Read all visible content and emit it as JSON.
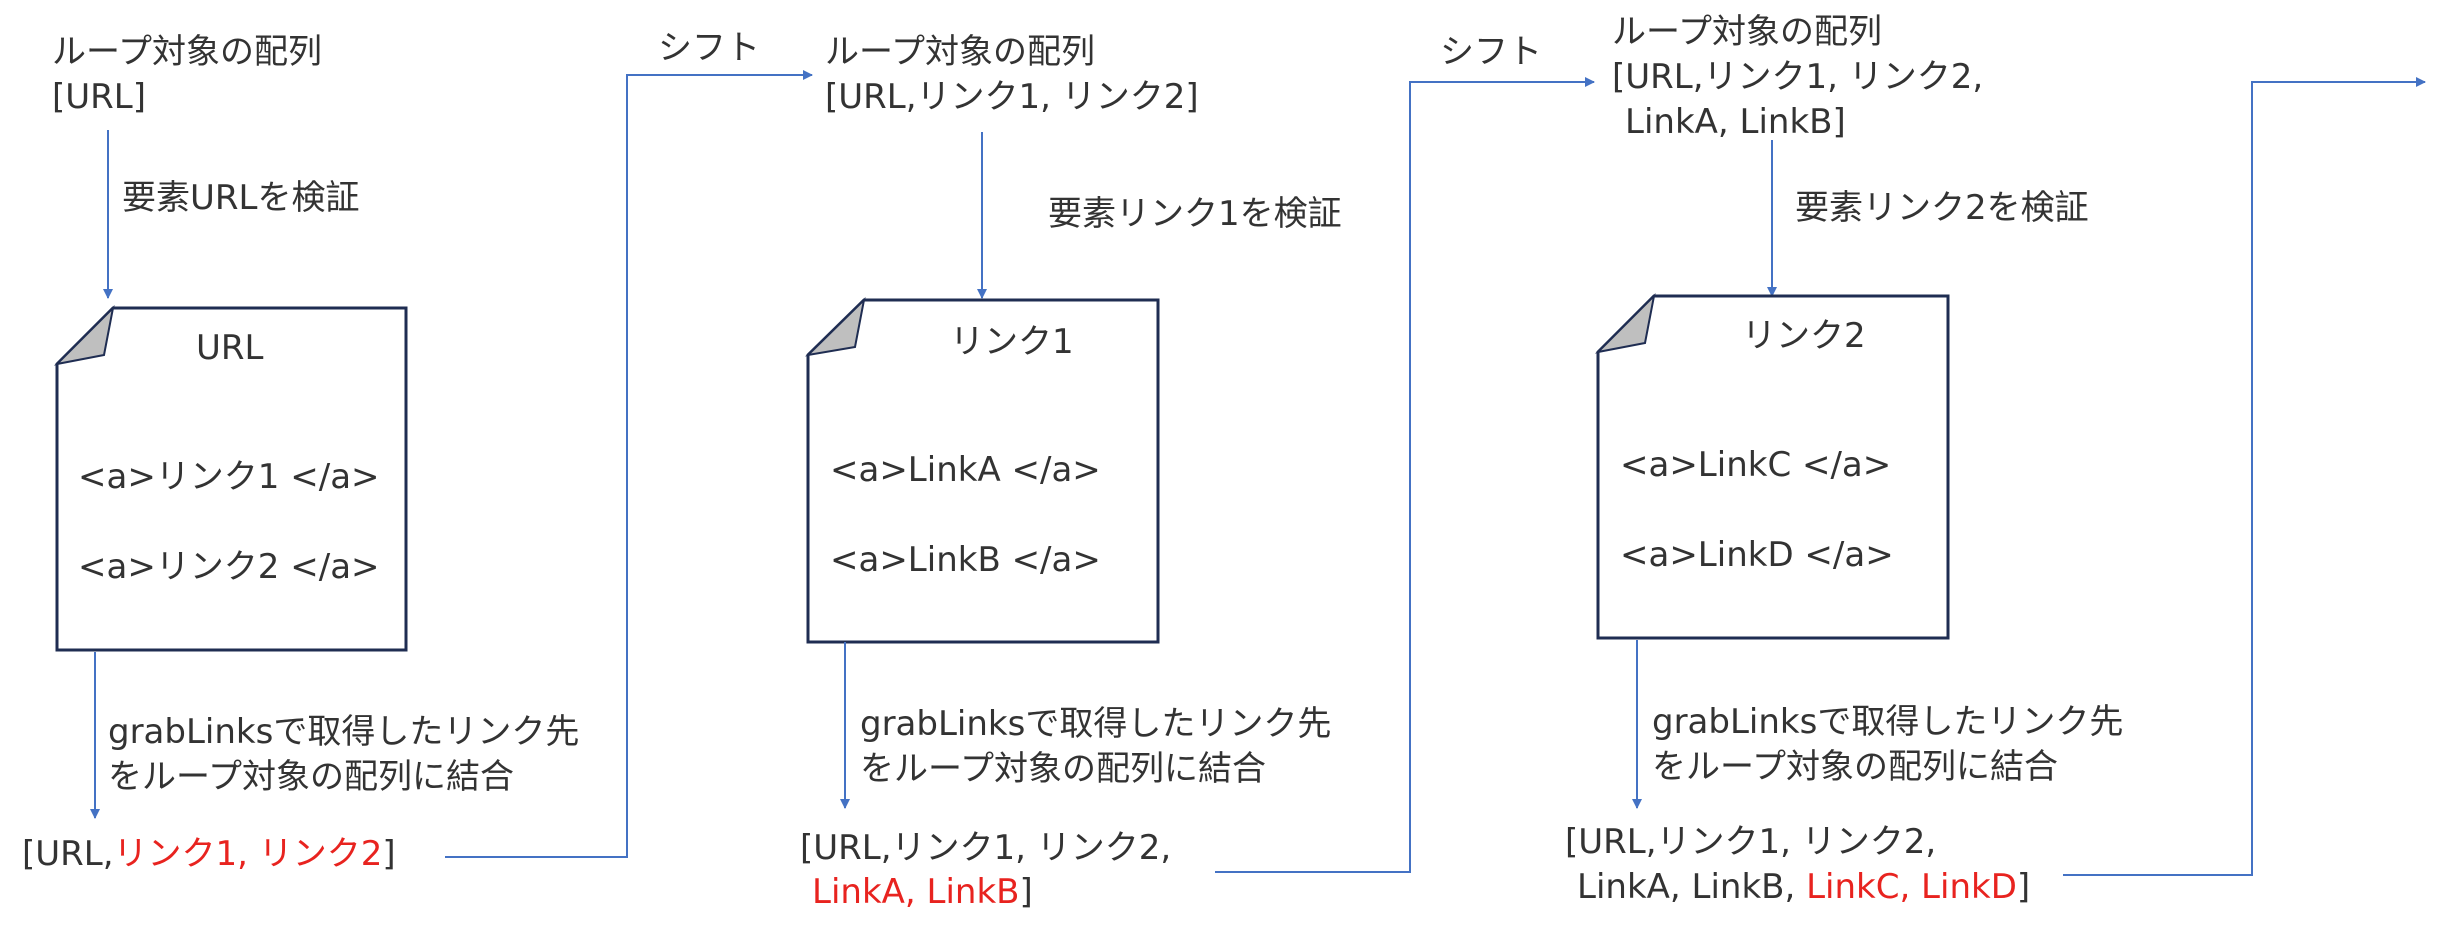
{
  "colors": {
    "arrow": "#4472c4",
    "text": "#333333",
    "highlight": "#e8231f",
    "doc_border": "#1f2d52",
    "doc_fold": "#bfbfbf"
  },
  "stages": [
    {
      "loop_title": "ループ対象の配列",
      "loop_array_line1": "[URL]",
      "verify_label": "要素URLを検証",
      "doc_title": "URL",
      "doc_link1": "<a>リンク1 </a>",
      "doc_link2": "<a>リンク2 </a>",
      "combine_line1": "grabLinksで取得したリンク先",
      "combine_line2": "をループ対象の配列に結合",
      "result_prefix": "[URL,",
      "result_new": "リンク1, リンク2",
      "result_suffix": "]"
    },
    {
      "loop_title": "ループ対象の配列",
      "loop_array_line1": "[URL,リンク1, リンク2]",
      "verify_label": "要素リンク1を検証",
      "doc_title": "リンク1",
      "doc_link1": "<a>LinkA </a>",
      "doc_link2": "<a>LinkB </a>",
      "combine_line1": "grabLinksで取得したリンク先",
      "combine_line2": "をループ対象の配列に結合",
      "result_line1": "[URL,リンク1, リンク2,",
      "result_new": "LinkA, LinkB",
      "result_suffix": "]"
    },
    {
      "loop_title": "ループ対象の配列",
      "loop_array_line1": "[URL,リンク1, リンク2,",
      "loop_array_line2": "LinkA, LinkB]",
      "verify_label": "要素リンク2を検証",
      "doc_title": "リンク2",
      "doc_link1": "<a>LinkC </a>",
      "doc_link2": "<a>LinkD </a>",
      "combine_line1": "grabLinksで取得したリンク先",
      "combine_line2": "をループ対象の配列に結合",
      "result_line1": "[URL,リンク1, リンク2,",
      "result_prefix": "LinkA, LinkB, ",
      "result_new": "LinkC, LinkD",
      "result_suffix": "]"
    }
  ],
  "shift_labels": [
    "シフト",
    "シフト"
  ]
}
